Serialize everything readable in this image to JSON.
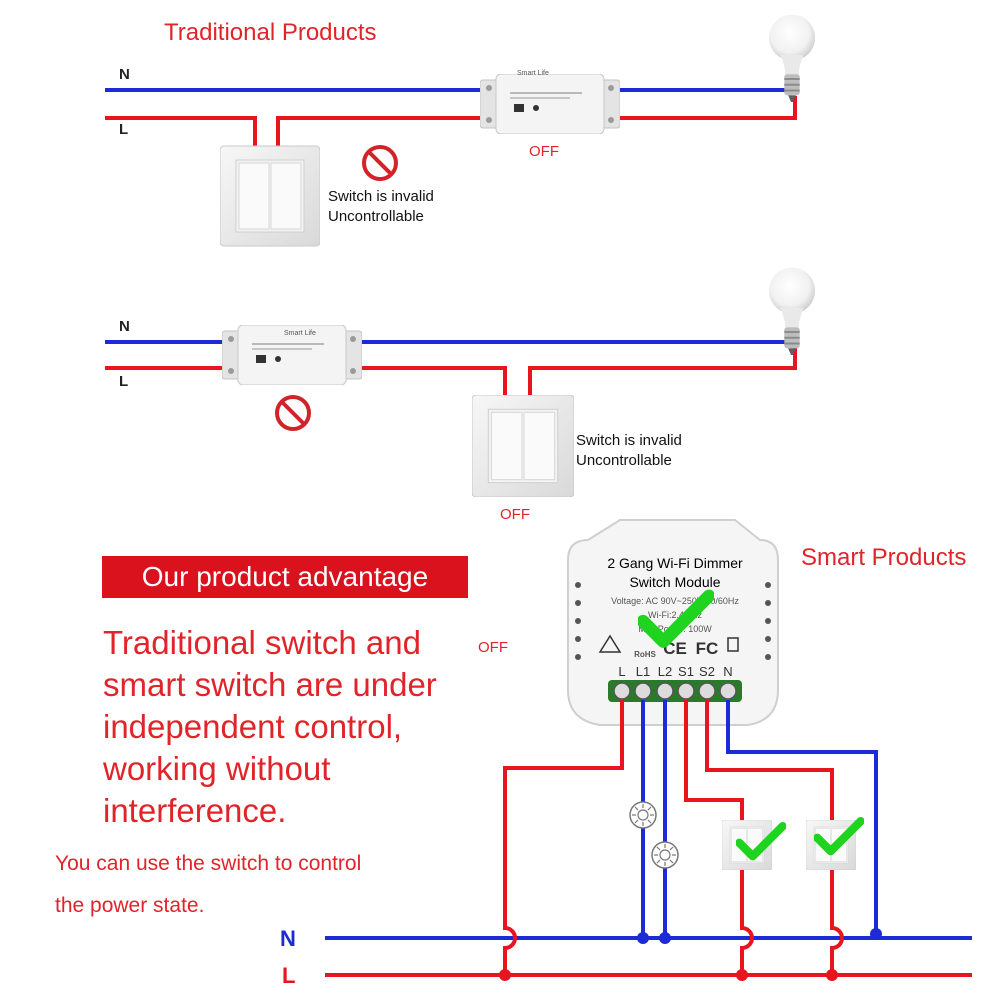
{
  "traditional_title": "Traditional Products",
  "smart_title": "Smart Products",
  "wire_labels": {
    "n": "N",
    "l": "L"
  },
  "status_off": "OFF",
  "invalid_line1": "Switch is invalid",
  "invalid_line2": "Uncontrollable",
  "relay_brand": "Smart Life",
  "advantage_banner": "Our product advantage",
  "advantage_text": "Traditional switch and smart switch are under independent control, working without interference.",
  "advantage_sub": "You can use the switch to control the power state.",
  "module": {
    "line1": "2 Gang Wi-Fi Dimmer",
    "line2": "Switch Module",
    "voltage": "Voltage: AC 90V~250V 50/60Hz",
    "wifi": "Wi-Fi:2.4GHz",
    "max": "Max Power: 100W",
    "cert_rohs": "RoHS",
    "cert_ce": "CE",
    "cert_fc": "FC",
    "terminals": [
      "L",
      "L1",
      "L2",
      "S1",
      "S2",
      "N"
    ]
  },
  "colors": {
    "neutral": "#1c2bd6",
    "live": "#e8141e",
    "check": "#1fd41f",
    "label_red": "#e0242a"
  }
}
